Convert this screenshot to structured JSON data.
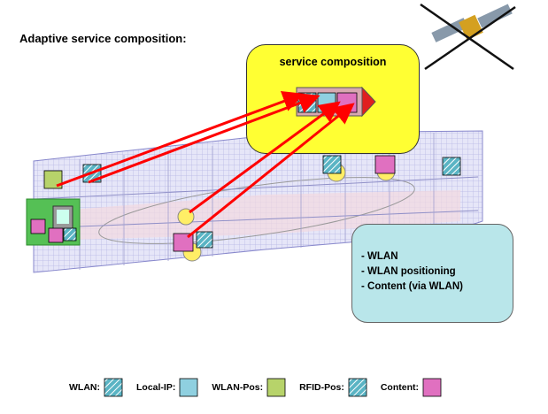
{
  "title": "Adaptive service composition:",
  "composition": {
    "title": "service composition"
  },
  "info_box": {
    "items": [
      "- WLAN",
      "- WLAN positioning",
      "- Content (via WLAN)"
    ]
  },
  "legend": [
    {
      "label": "WLAN:",
      "icon": "wlan-puzzle-icon",
      "color": "#5ab4c4"
    },
    {
      "label": "Local-IP:",
      "icon": "local-ip-puzzle-icon",
      "color": "#8fd0e0"
    },
    {
      "label": "WLAN-Pos:",
      "icon": "wlan-pos-puzzle-icon",
      "color": "#b7d36a"
    },
    {
      "label": "RFID-Pos:",
      "icon": "rfid-pos-puzzle-icon",
      "color": "#7fc8d8"
    },
    {
      "label": "Content:",
      "icon": "content-puzzle-icon",
      "color": "#e070c0"
    }
  ],
  "colors": {
    "composition_fill": "#ffff33",
    "info_fill": "#b9e6ea",
    "arrow": "#ff0000",
    "floorplan": "#c8c8f0"
  }
}
